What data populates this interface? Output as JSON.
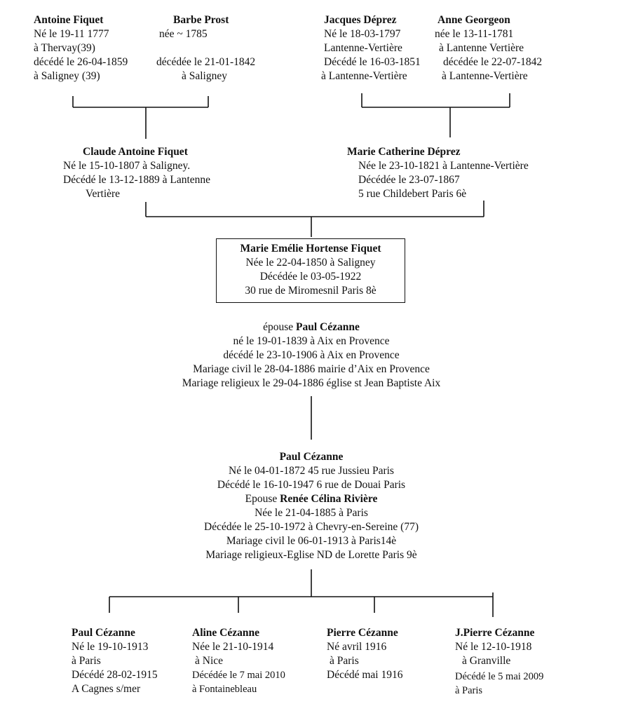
{
  "grandparents_paternal": {
    "antoine": {
      "name": "Antoine Fiquet",
      "born": "Né le 19-11 1777",
      "born_place": "à Thervay(39)",
      "died": "décédé le 26-04-1859",
      "died_place": "à Saligney (39)"
    },
    "barbe": {
      "name": "Barbe Prost",
      "born": "née ~ 1785",
      "died": "décédée le 21-01-1842",
      "died_place": "à Saligney"
    }
  },
  "grandparents_maternal": {
    "jacques": {
      "name": "Jacques Déprez",
      "born": "Né le 18-03-1797",
      "born_place": "Lantenne-Vertière",
      "died": "Décédé le 16-03-1851",
      "died_place": "à Lantenne-Vertière"
    },
    "anne": {
      "name": "Anne Georgeon",
      "born": "née le 13-11-1781",
      "born_place": "à Lantenne Vertière",
      "died": "décédée le 22-07-1842",
      "died_place": "à Lantenne-Vertière"
    }
  },
  "parents": {
    "claude": {
      "name": "Claude Antoine Fiquet",
      "born": "Né le 15-10-1807 à Saligney.",
      "died": "Décédé le 13-12-1889 à Lantenne",
      "died_cont": "Vertière"
    },
    "marie_catherine": {
      "name": "Marie Catherine Déprez",
      "born": "Née  le 23-10-1821 à Lantenne-Vertière",
      "died": "Décédée le 23-07-1867",
      "address": "5 rue Childebert Paris 6è"
    }
  },
  "focus": {
    "name": "Marie Emélie Hortense Fiquet",
    "born": "Née le 22-04-1850 à Saligney",
    "died": "Décédée le 03-05-1922",
    "address": "30 rue de Miromesnil Paris 8è"
  },
  "spouse": {
    "prefix": "épouse",
    "name": "Paul  Cézanne",
    "born": "né le 19-01-1839 à Aix en Provence",
    "died": "décédé le 23-10-1906 à Aix en Provence",
    "civil": "Mariage civil le 28-04-1886 mairie d’Aix en Provence",
    "religious": "Mariage religieux le 29-04-1886 église st Jean Baptiste Aix"
  },
  "son": {
    "name": "Paul Cézanne",
    "born": "Né le 04-01-1872  45 rue Jussieu Paris",
    "died": "Décédé le 16-10-1947 6 rue de Douai Paris",
    "spouse_prefix": "Epouse",
    "spouse_name": "Renée Célina Rivière",
    "spouse_born": "Née le 21-04-1885 à Paris",
    "spouse_died": "Décédée le 25-10-1972 à Chevry-en-Sereine (77)",
    "civil": "Mariage civil le 06-01-1913 à Paris14è",
    "religious": "Mariage religieux-Eglise ND de Lorette Paris 9è"
  },
  "grandchildren": [
    {
      "name": "Paul Cézanne",
      "line1": "Né le 19-10-1913",
      "line2": "à Paris",
      "line3": "Décédé 28-02-1915",
      "line4": "A Cagnes s/mer"
    },
    {
      "name": "Aline Cézanne",
      "line1": "Née le 21-10-1914",
      "line2": " à Nice",
      "line3": "Décédée le 7 mai 2010",
      "line4": "à Fontainebleau"
    },
    {
      "name": "Pierre Cézanne",
      "line1": "Né avril 1916",
      "line2": " à Paris",
      "line3": "Décédé mai 1916",
      "line4": ""
    },
    {
      "name": "J.Pierre Cézanne",
      "line1": "Né le 12-10-1918",
      "line2": "  à Granville",
      "line3": "Décédé le 5 mai 2009",
      "line4": "à Paris"
    }
  ]
}
